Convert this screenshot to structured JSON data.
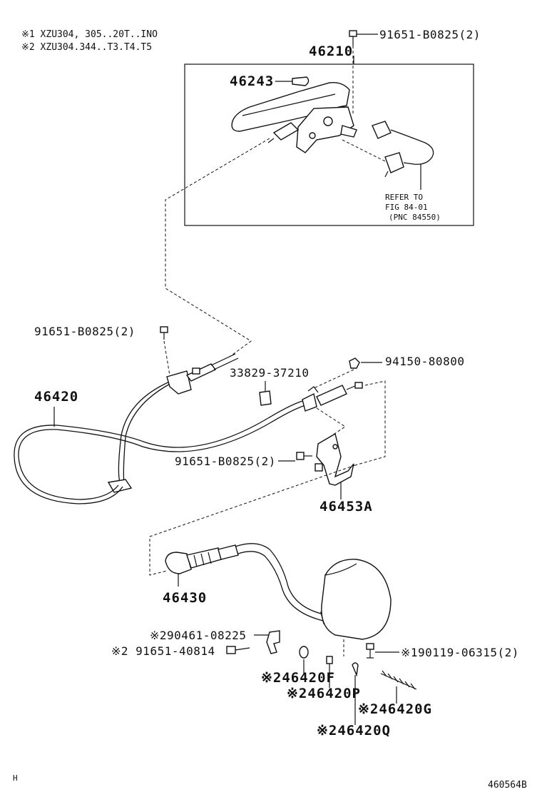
{
  "notes": [
    "※1 XZU304, 305..20T..INO",
    "※2 XZU304.344..T3.T4.T5"
  ],
  "labels": {
    "p91651_top": "91651-B0825(2)",
    "p46210": "46210",
    "p46243": "46243",
    "refer1": "REFER TO",
    "refer2": "FIG 84-01",
    "refer3": "(PNC 84550)",
    "p91651_left": "91651-B0825(2)",
    "p94150": "94150-80800",
    "p33829": "33829-37210",
    "p46420": "46420",
    "p91651_mid": "91651-B0825(2)",
    "p46453A": "46453A",
    "p46430": "46430",
    "p90461": "※290461-08225",
    "p91651_40814": "※2 91651-40814",
    "p90119": "※190119-06315(2)",
    "p46420F": "※246420F",
    "p46420P": "※246420P",
    "p46420G": "※246420G",
    "p46420Q": "※246420Q",
    "corner_h": "H",
    "fig_code": "460564B"
  }
}
